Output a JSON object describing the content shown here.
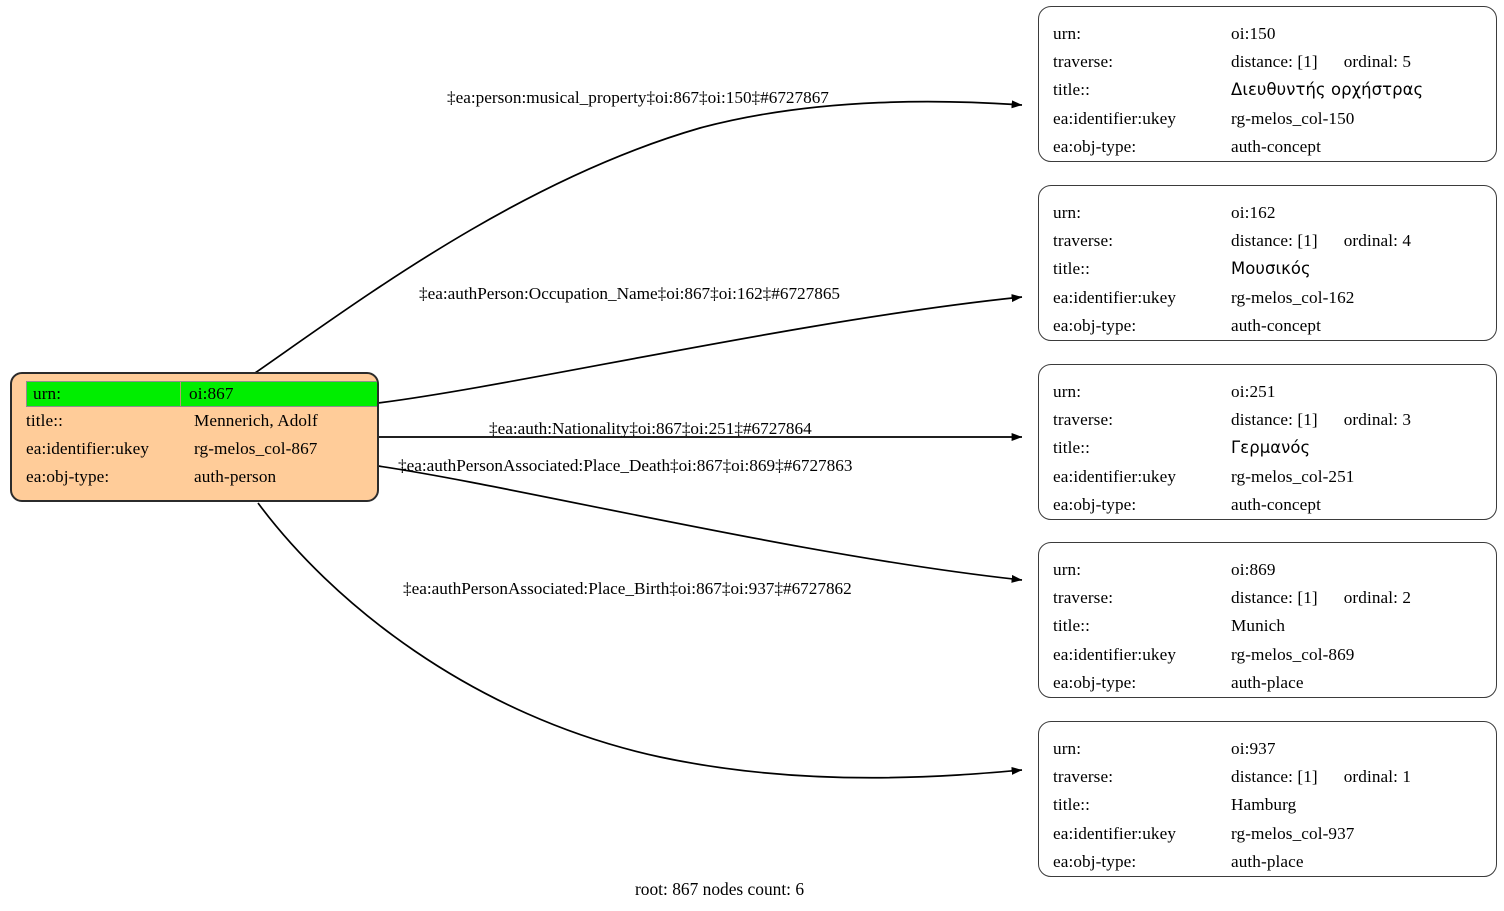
{
  "graph": {
    "caption": "root: 867 nodes count: 6",
    "colors": {
      "root_fill": "#ffcc99",
      "root_header_fill": "#00ee00",
      "node_fill": "#ffffff",
      "node_border": "#3b3b3b",
      "edge": "#000000"
    },
    "root_node": {
      "id": "oi:867",
      "rows": [
        {
          "key": "urn:",
          "value": "oi:867",
          "highlight": true
        },
        {
          "key": "title::",
          "value": "Mennerich, Adolf",
          "highlight": false
        },
        {
          "key": "ea:identifier:ukey",
          "value": "rg-melos_col-867",
          "highlight": false
        },
        {
          "key": "ea:obj-type:",
          "value": "auth-person",
          "highlight": false
        }
      ]
    },
    "target_nodes": [
      {
        "id": "oi:150",
        "rows": [
          {
            "key": "urn:",
            "value": "oi:150"
          },
          {
            "key": "traverse:",
            "distance": "distance: [1]",
            "ordinal": "ordinal: 5"
          },
          {
            "key": "title::",
            "value": "Διευθυντής ορχήστρας",
            "greek": true
          },
          {
            "key": "ea:identifier:ukey",
            "value": "rg-melos_col-150"
          },
          {
            "key": "ea:obj-type:",
            "value": "auth-concept"
          }
        ]
      },
      {
        "id": "oi:162",
        "rows": [
          {
            "key": "urn:",
            "value": "oi:162"
          },
          {
            "key": "traverse:",
            "distance": "distance: [1]",
            "ordinal": "ordinal: 4"
          },
          {
            "key": "title::",
            "value": "Μουσικός",
            "greek": true
          },
          {
            "key": "ea:identifier:ukey",
            "value": "rg-melos_col-162"
          },
          {
            "key": "ea:obj-type:",
            "value": "auth-concept"
          }
        ]
      },
      {
        "id": "oi:251",
        "rows": [
          {
            "key": "urn:",
            "value": "oi:251"
          },
          {
            "key": "traverse:",
            "distance": "distance: [1]",
            "ordinal": "ordinal: 3"
          },
          {
            "key": "title::",
            "value": "Γερμανός",
            "greek": true
          },
          {
            "key": "ea:identifier:ukey",
            "value": "rg-melos_col-251"
          },
          {
            "key": "ea:obj-type:",
            "value": "auth-concept"
          }
        ]
      },
      {
        "id": "oi:869",
        "rows": [
          {
            "key": "urn:",
            "value": "oi:869"
          },
          {
            "key": "traverse:",
            "distance": "distance: [1]",
            "ordinal": "ordinal: 2"
          },
          {
            "key": "title::",
            "value": "Munich",
            "greek": false
          },
          {
            "key": "ea:identifier:ukey",
            "value": "rg-melos_col-869"
          },
          {
            "key": "ea:obj-type:",
            "value": "auth-place"
          }
        ]
      },
      {
        "id": "oi:937",
        "rows": [
          {
            "key": "urn:",
            "value": "oi:937"
          },
          {
            "key": "traverse:",
            "distance": "distance: [1]",
            "ordinal": "ordinal: 1"
          },
          {
            "key": "title::",
            "value": "Hamburg",
            "greek": false
          },
          {
            "key": "ea:identifier:ukey",
            "value": "rg-melos_col-937"
          },
          {
            "key": "ea:obj-type:",
            "value": "auth-place"
          }
        ]
      }
    ],
    "edges": [
      {
        "label": "‡ea:person:musical_property‡oi:867‡oi:150‡#6727867",
        "from": "oi:867",
        "to": "oi:150"
      },
      {
        "label": "‡ea:authPerson:Occupation_Name‡oi:867‡oi:162‡#6727865",
        "from": "oi:867",
        "to": "oi:162"
      },
      {
        "label": "‡ea:auth:Nationality‡oi:867‡oi:251‡#6727864",
        "from": "oi:867",
        "to": "oi:251"
      },
      {
        "label": "‡ea:authPersonAssociated:Place_Death‡oi:867‡oi:869‡#6727863",
        "from": "oi:867",
        "to": "oi:869"
      },
      {
        "label": "‡ea:authPersonAssociated:Place_Birth‡oi:867‡oi:937‡#6727862",
        "from": "oi:867",
        "to": "oi:937"
      }
    ]
  }
}
